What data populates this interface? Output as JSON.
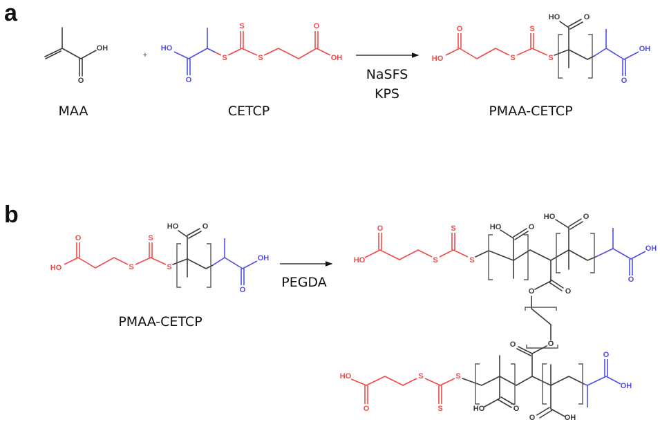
{
  "panels": {
    "a": "a",
    "b": "b"
  },
  "labels": {
    "maa": "MAA",
    "cetcp": "CETCP",
    "pmaa_cetcp": "PMAA-CETCP",
    "plus": "+"
  },
  "reagents": {
    "nasfs": "NaSFS",
    "kps": "KPS",
    "pegda": "PEGDA"
  },
  "atoms": {
    "O": "O",
    "S": "S",
    "HO": "HO",
    "OH": "OH"
  },
  "colors": {
    "backbone": "#3a3a3a",
    "cetcp_propanoic_end": "#f24848",
    "cetcp_propionic_end": "#4d4de6"
  }
}
